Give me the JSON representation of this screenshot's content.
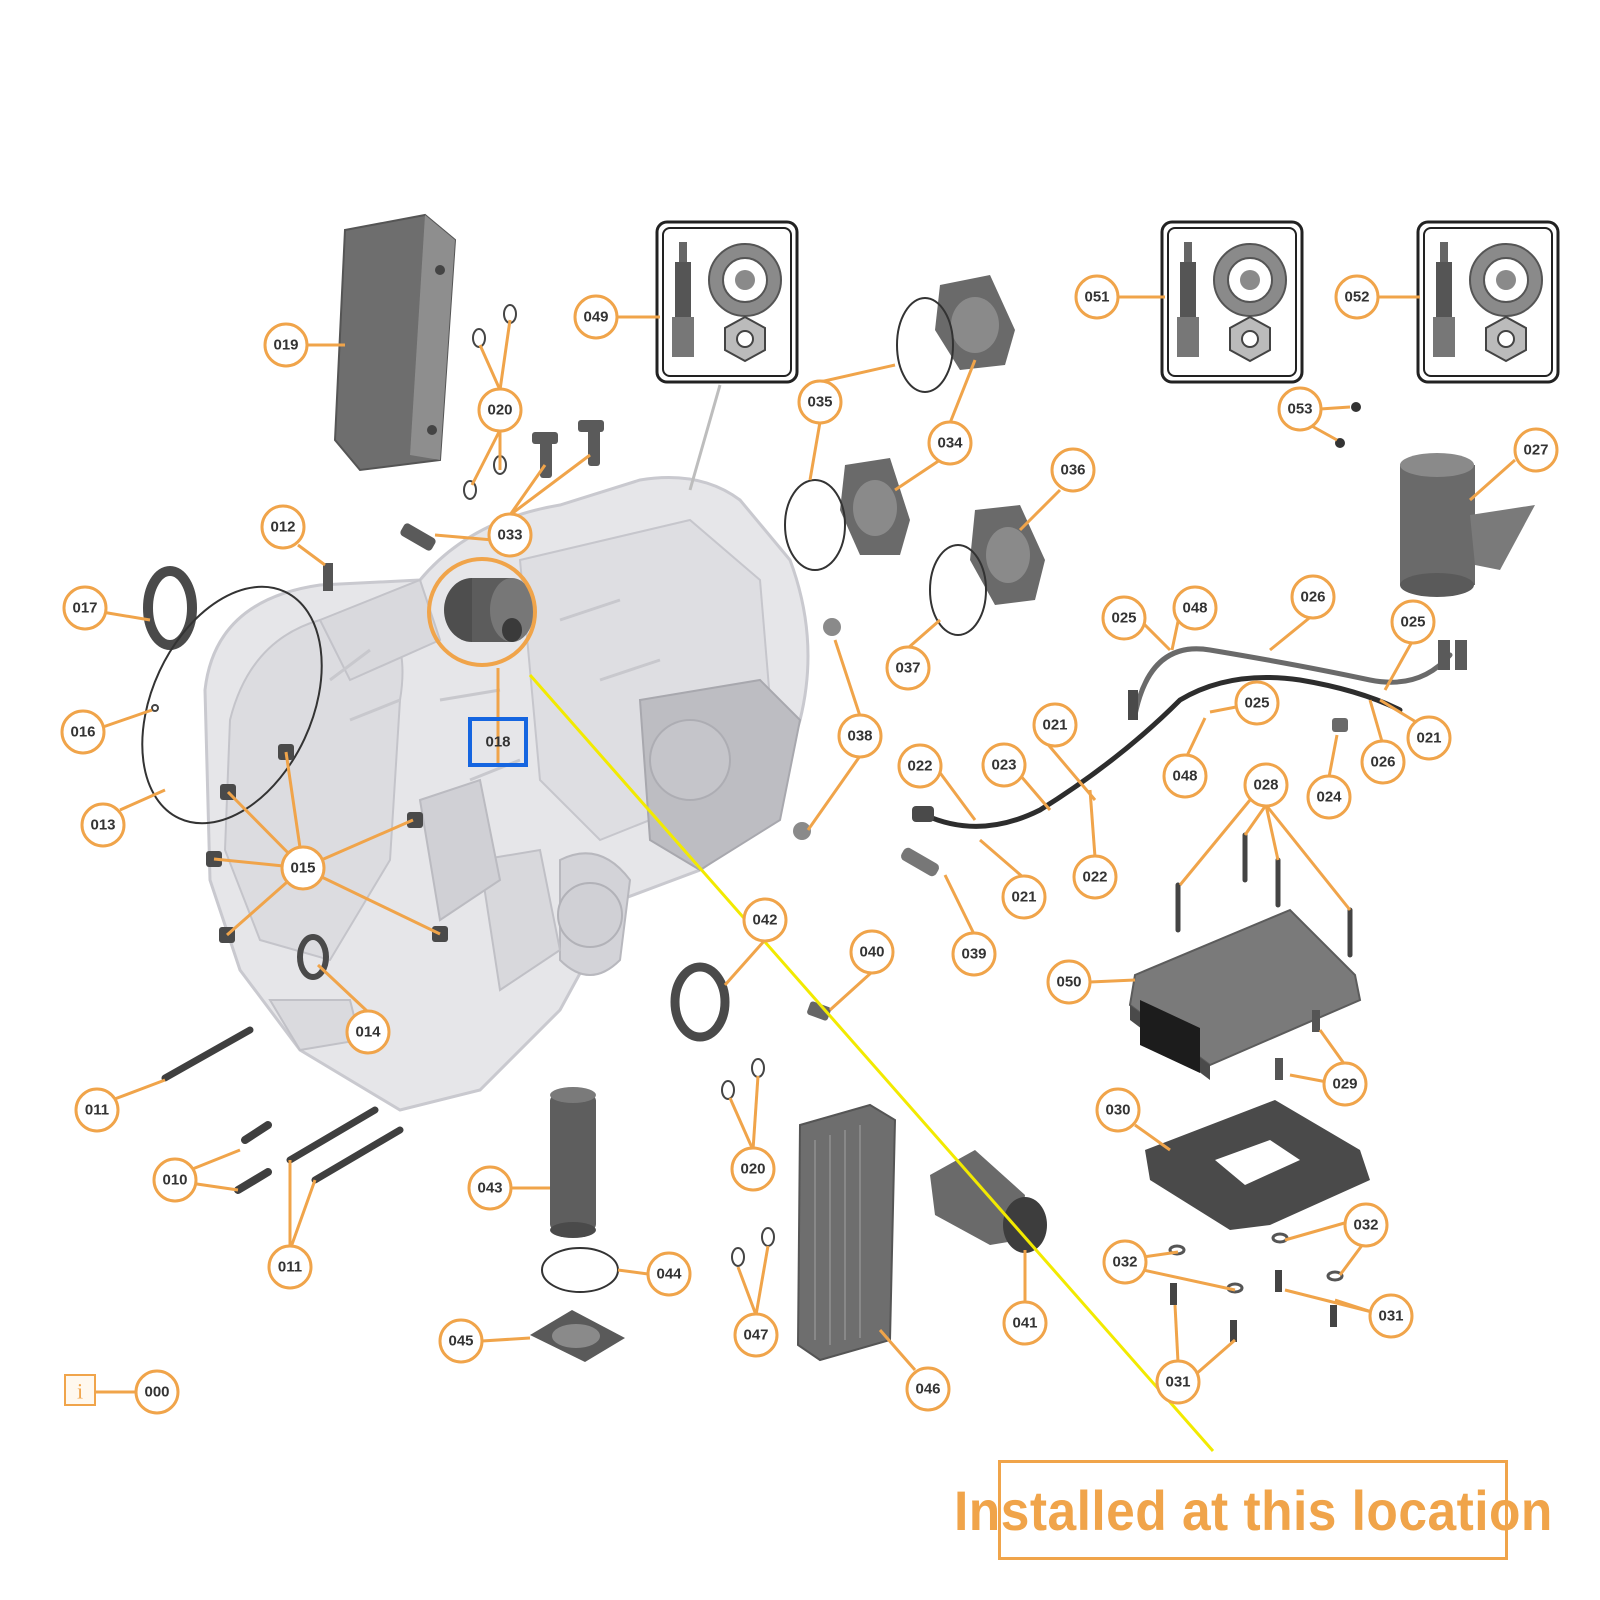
{
  "colors": {
    "accent": "#f0a44a",
    "highlight_box": "#1565e0",
    "pointer_line": "#f2ea00",
    "housing_fill": "#e6e6e9",
    "housing_stroke": "#c9c9cf",
    "part_dark": "#5a5a5a",
    "part_mid": "#8a8a8a"
  },
  "highlighted_part": "018",
  "install_note": "Installed at this location",
  "info_icon": "i",
  "callouts": [
    "000",
    "010",
    "011",
    "011",
    "012",
    "013",
    "014",
    "015",
    "016",
    "017",
    "018",
    "019",
    "020",
    "020",
    "021",
    "021",
    "021",
    "022",
    "022",
    "023",
    "024",
    "025",
    "025",
    "025",
    "026",
    "026",
    "027",
    "028",
    "029",
    "030",
    "031",
    "031",
    "032",
    "032",
    "033",
    "034",
    "035",
    "036",
    "037",
    "038",
    "039",
    "040",
    "041",
    "042",
    "043",
    "044",
    "045",
    "046",
    "047",
    "048",
    "048",
    "049",
    "050",
    "051",
    "052",
    "053"
  ]
}
